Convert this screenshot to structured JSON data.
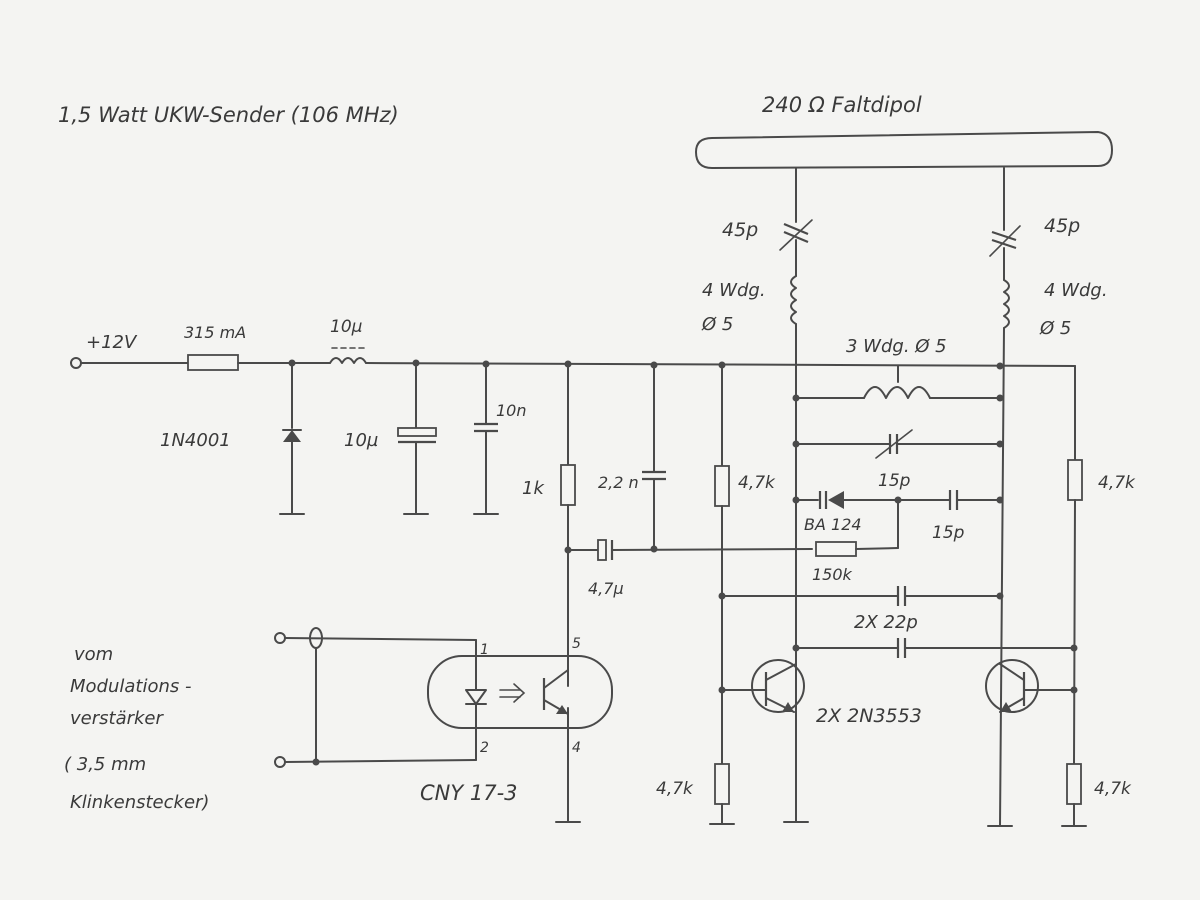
{
  "title": "1,5 Watt  UKW-Sender  (106 MHz)",
  "antenna": "240 Ω  Faltdipol",
  "supply": "+12V",
  "fuse": "315 mA",
  "choke": "10µ",
  "diode_protect": "1N4001",
  "cap_elko": "10µ",
  "cap_10n": "10n",
  "res_1k": "1k",
  "cap_2n2": "2,2 n",
  "cap_4u7": "4,7µ",
  "res_47k": "4,7k",
  "trim_left": "45p",
  "trim_right": "45p",
  "coil_turns": "4 Wdg.",
  "coil_dia": "Ø 5",
  "center_coil": "3 Wdg. Ø 5",
  "trim_center": "15p",
  "varicap": "BA 124",
  "cap_15p": "15p",
  "res_150k": "150k",
  "cap_22p": "2X  22p",
  "transistors": "2X 2N3553",
  "optocoupler": "CNY 17-3",
  "pin1": "1",
  "pin2": "2",
  "pin4": "4",
  "pin5": "5",
  "input_label": {
    "line1": "vom",
    "line2": "Modulations -",
    "line3": "verstärker",
    "line4": "( 3,5 mm",
    "line5": "Klinkenstecker)"
  }
}
